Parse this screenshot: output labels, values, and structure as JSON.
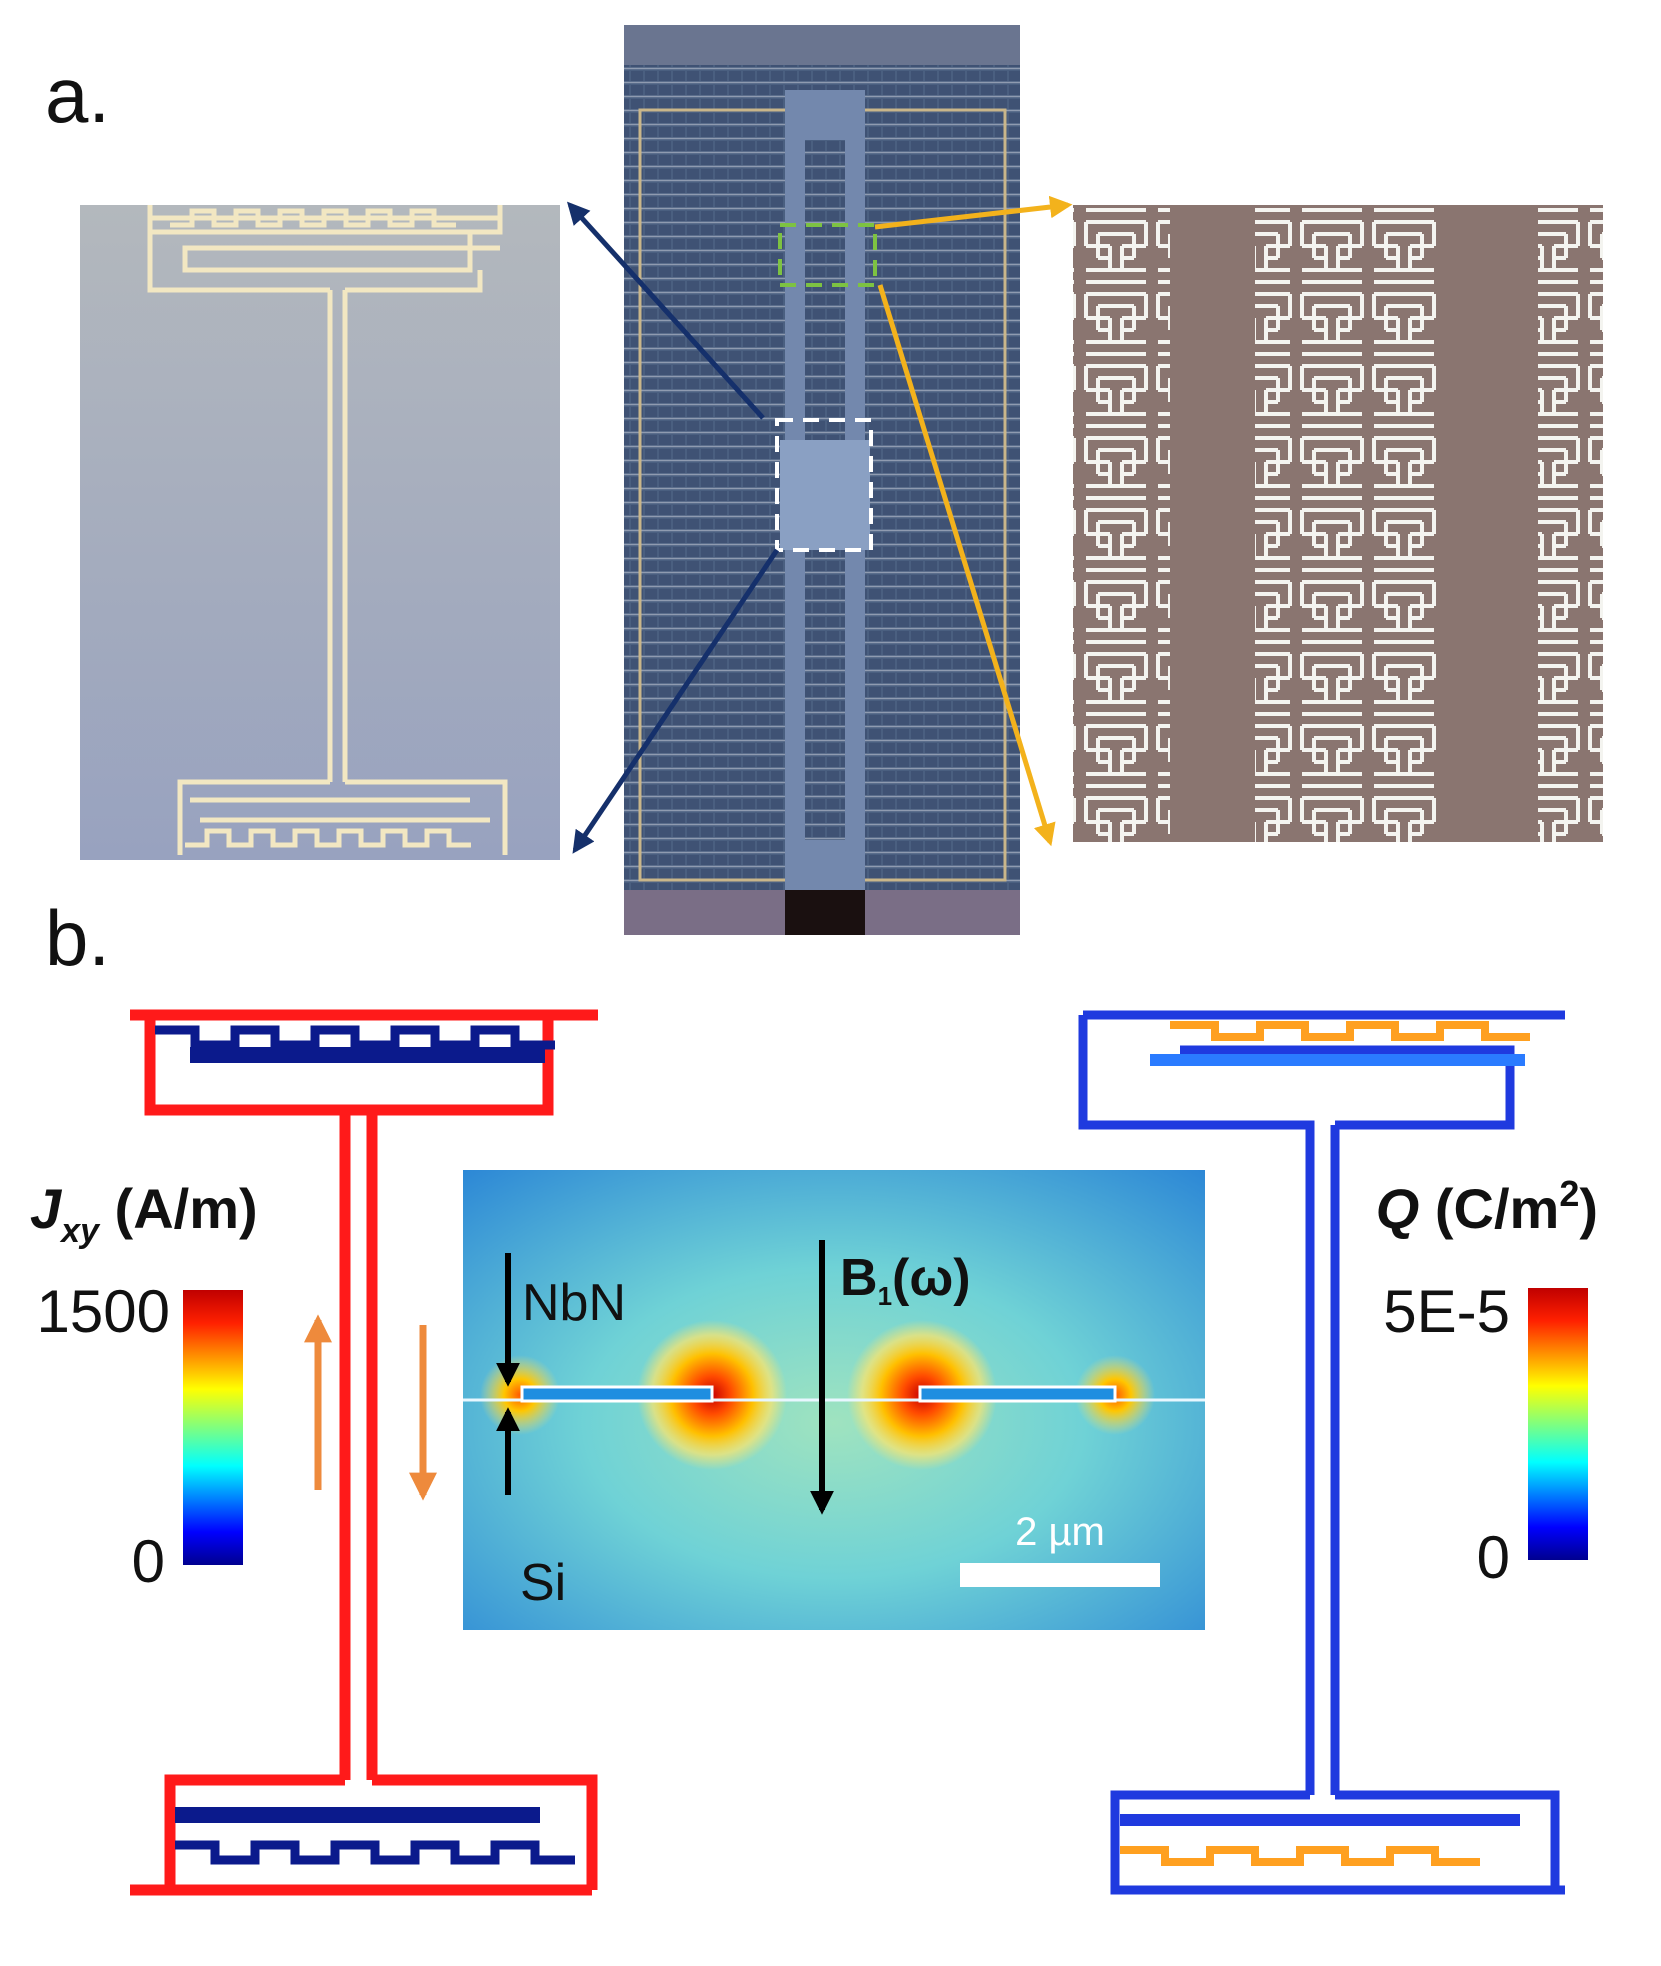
{
  "panel_labels": {
    "a": "a.",
    "b": "b."
  },
  "colorbar_left": {
    "title_symbol": "J",
    "title_subscript": "xy",
    "title_unit": " (A/m)",
    "max_label": "1500",
    "min_label": "0"
  },
  "colorbar_right": {
    "title_symbol": "Q",
    "title_unit": " (C/m",
    "title_superscript": "2",
    "title_close": ")",
    "max_label": "5E-5",
    "min_label": "0"
  },
  "inset": {
    "top_material": "NbN",
    "bottom_material": "Si",
    "field_symbol": "B",
    "field_subscript": "1",
    "field_arg": "(ω)",
    "scale_bar_label": "2 µm"
  },
  "colors": {
    "arrow_navy": "#15306b",
    "arrow_gold": "#f3b21c",
    "box_green": "#7dc242",
    "current_arrow": "#ee8a3c",
    "current_red": "#ff1a1a",
    "meander_blue": "#0b1a8c"
  }
}
